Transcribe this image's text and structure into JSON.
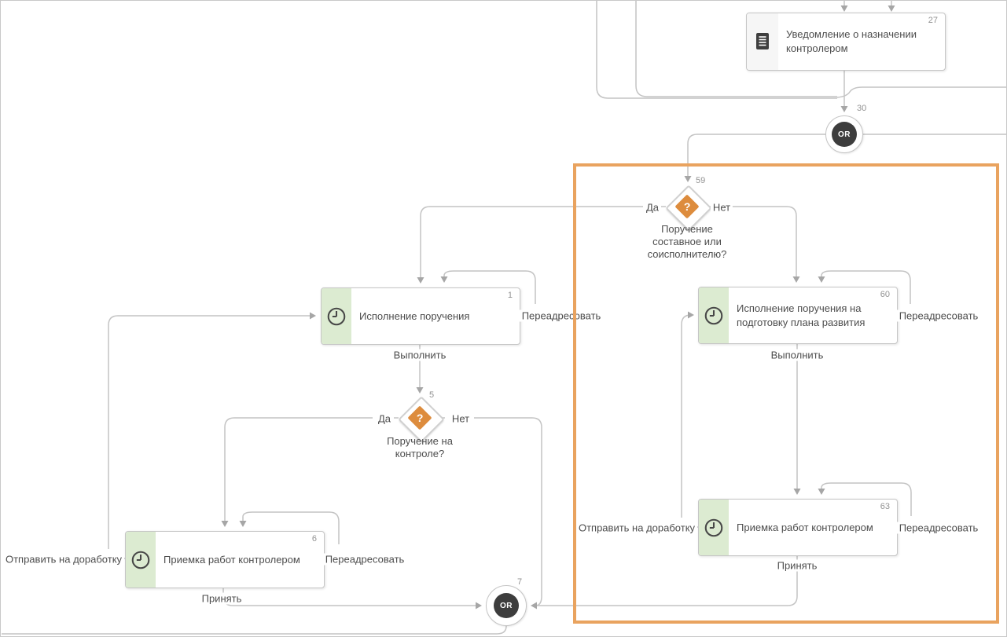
{
  "canvas": {
    "background": "#ffffff",
    "border_color": "#c9c9c9"
  },
  "colors": {
    "line": "#c4c4c4",
    "arrow": "#a6a6a6",
    "task_icon_pane": "#dcebd1",
    "notification_icon_pane": "#f6f6f6",
    "decision_orange": "#dd8c3d",
    "gateway_dark": "#3d3d3d",
    "highlight_orange": "#e9a35f",
    "text": "#4d4d4d",
    "number": "#929292"
  },
  "nodes": {
    "notification_27": {
      "number": "27",
      "title": "Уведомление о назначении контролером",
      "icon": "document-icon"
    },
    "gateway_30": {
      "number": "30",
      "label": "OR"
    },
    "decision_59": {
      "number": "59",
      "glyph": "?",
      "caption_lines": [
        "Поручение",
        "составное или",
        "соисполнителю?"
      ]
    },
    "task_1": {
      "number": "1",
      "title": "Исполнение поручения",
      "icon": "clock-icon"
    },
    "decision_5": {
      "number": "5",
      "glyph": "?",
      "caption_lines": [
        "Поручение на",
        "контроле?"
      ]
    },
    "task_6": {
      "number": "6",
      "title": "Приемка работ контролером",
      "icon": "clock-icon"
    },
    "gateway_7": {
      "number": "7",
      "label": "OR"
    },
    "task_60": {
      "number": "60",
      "title": "Исполнение поручения на подготовку плана развития",
      "icon": "clock-icon"
    },
    "task_63": {
      "number": "63",
      "title": "Приемка работ контролером",
      "icon": "clock-icon"
    }
  },
  "edge_labels": {
    "yes": "Да",
    "no": "Нет",
    "redirect": "Переадресовать",
    "execute": "Выполнить",
    "accept": "Принять",
    "rework": "Отправить на доработку"
  }
}
